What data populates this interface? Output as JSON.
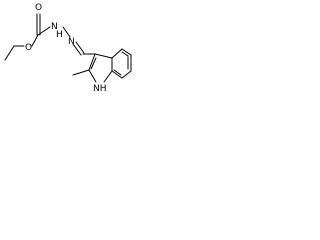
{
  "structure": {
    "atoms": {
      "carbonyl_oxygen": "O",
      "ester_oxygen": "O",
      "hydrazide_nh": "N",
      "hydrazide_h": "H",
      "imine_n": "N",
      "indole_nh": "NH"
    }
  }
}
